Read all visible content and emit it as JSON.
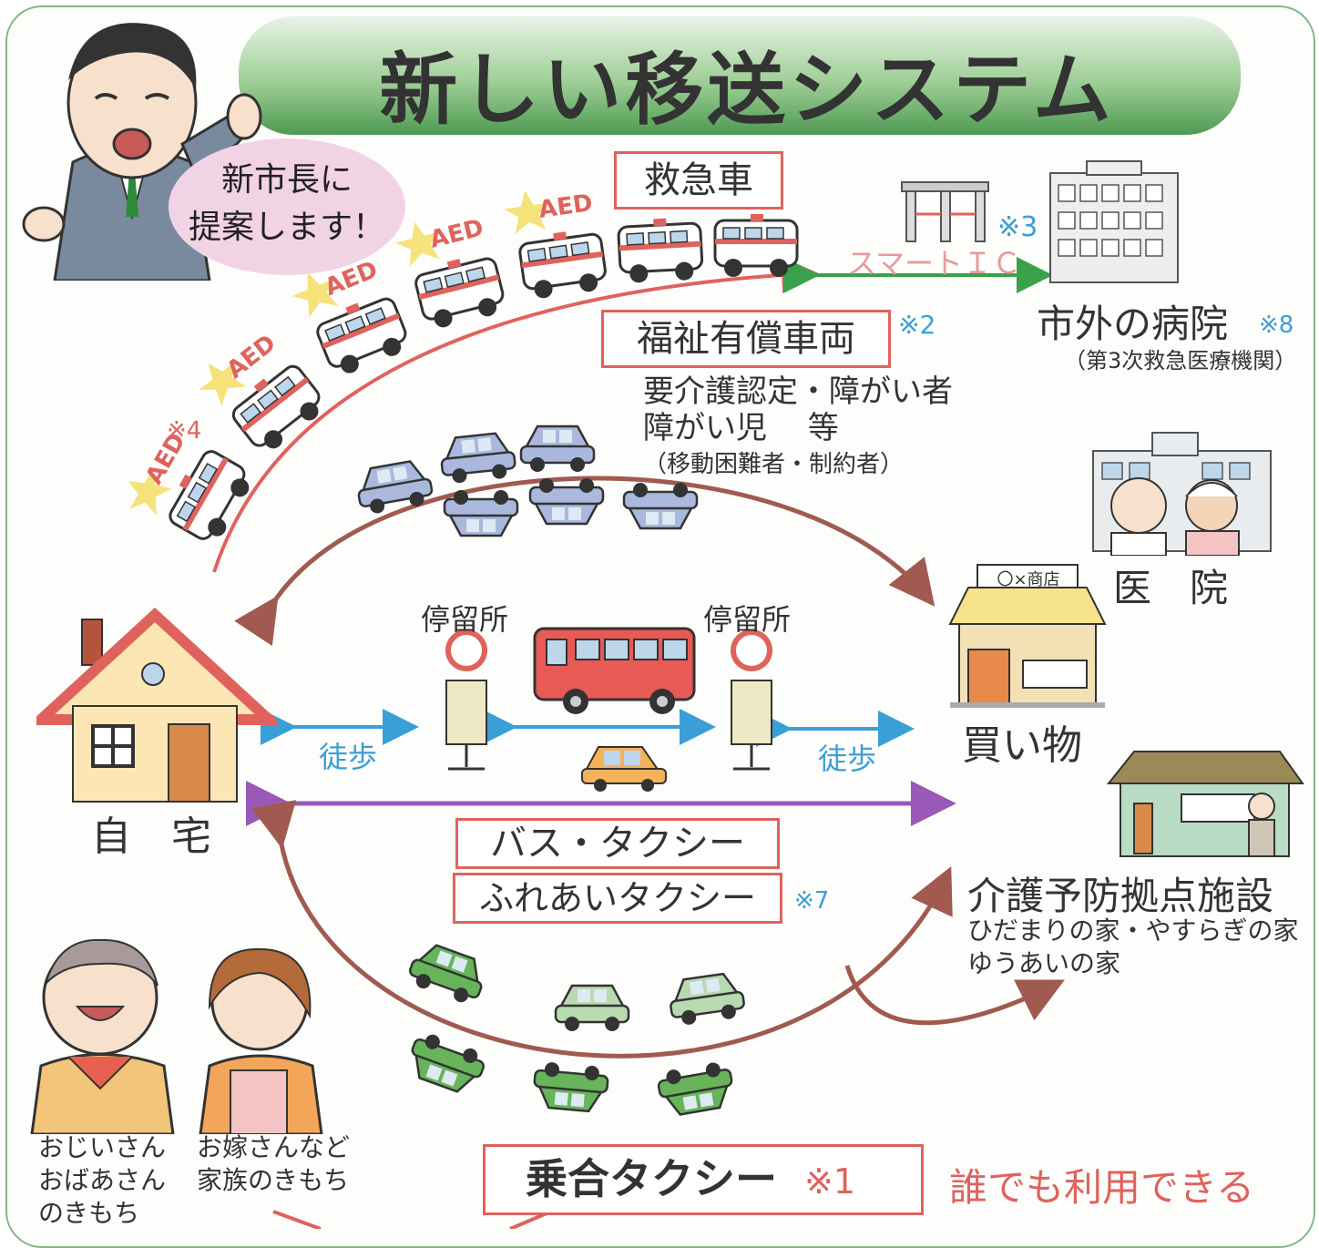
{
  "title": "新しい移送システム",
  "speech": {
    "line1": "新市長に",
    "line2": "提案します！"
  },
  "ambulance": {
    "label": "救急車",
    "aed_badge": "AED",
    "note": "※4"
  },
  "smart_ic": {
    "label": "スマートＩＣ",
    "note": "※3"
  },
  "hospital_out": {
    "name": "市外の病院",
    "note": "※8",
    "sub": "（第3次救急医療機関）"
  },
  "welfare": {
    "label": "福祉有償車両",
    "note": "※2",
    "line1": "要介護認定・障がい者",
    "line2": "障がい児　 等",
    "line3": "（移動困難者・制約者）"
  },
  "hospital": {
    "label": "医　院"
  },
  "shop": {
    "sign": "〇×商店",
    "label": "買い物"
  },
  "home": {
    "label": "自　宅"
  },
  "bus_stop": {
    "left": "停留所",
    "right": "停留所"
  },
  "walk": {
    "left": "徒歩",
    "right": "徒歩"
  },
  "bus_taxi": {
    "label": "バス・タクシー"
  },
  "fureai": {
    "label": "ふれあいタクシー",
    "note": "※7"
  },
  "care_center": {
    "name": "介護予防拠点施設",
    "line1": "ひだまりの家・やすらぎの家",
    "line2": "ゆうあいの家"
  },
  "elders": {
    "line1": "おじいさん",
    "line2": "おばあさん",
    "line3": "のきもち"
  },
  "family": {
    "line1": "お嫁さんなど",
    "line2": "家族のきもち"
  },
  "shared_taxi": {
    "label": "乗合タクシー",
    "note": "※1"
  },
  "anyone": "誰でも利用できる",
  "colors": {
    "ambulance_path": "#e0625d",
    "green_arrow": "#3aa14a",
    "brown_arrow": "#a05a50",
    "purple_arrow": "#9a59b8",
    "blue_arrow": "#3a9fd6",
    "title_band": "#6fb66d"
  }
}
